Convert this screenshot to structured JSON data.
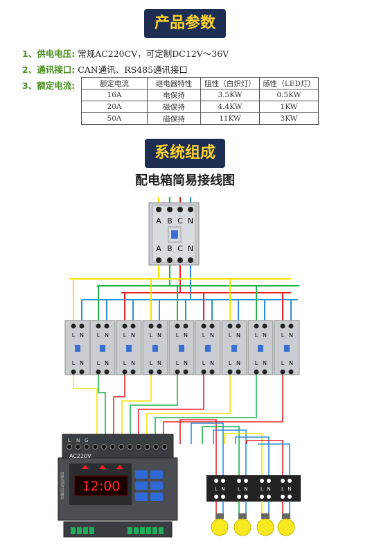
{
  "header1": "产品参数",
  "specs": [
    {
      "num": "1、",
      "key": "供电电压:",
      "value": "常规AC220CV，可定制DC12V～36V"
    },
    {
      "num": "2、",
      "key": "通讯接口:",
      "value": "CAN通讯、RS485通讯接口"
    },
    {
      "num": "3、",
      "key": "额定电流:",
      "value": ""
    }
  ],
  "table": {
    "headers": [
      "额定电流",
      "继电器特性",
      "阻性（白炽灯）",
      "感性（LED灯）"
    ],
    "rows": [
      [
        "16A",
        "电保持",
        "3.5KW",
        "0.5KW"
      ],
      [
        "20A",
        "磁保持",
        "4.4KW",
        "1KW"
      ],
      [
        "50A",
        "磁保持",
        "11KW",
        "3KW"
      ]
    ]
  },
  "header2": "系统组成",
  "diagram_title": "配电箱简易接线图",
  "main_breaker": {
    "top_labels": [
      "A",
      "B",
      "C",
      "N"
    ],
    "bottom_labels": [
      "A",
      "B",
      "C",
      "N"
    ]
  },
  "breaker_labels": [
    "L",
    "N"
  ],
  "controller": {
    "terminal_labels": [
      "L",
      "N",
      "G"
    ],
    "power_label": "AC220V",
    "display_value": "12:00",
    "side_label": "智能照明时控模块"
  },
  "wire_colors": {
    "A": "#f5e300",
    "B": "#1db34a",
    "C": "#e8242b",
    "N": "#2a8fd8"
  },
  "lamp_terminals": [
    "L",
    "N",
    "L",
    "N",
    "L",
    "N",
    "L",
    "N"
  ]
}
